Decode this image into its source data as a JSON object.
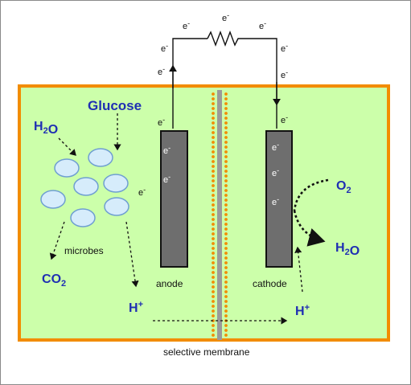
{
  "labels": {
    "glucose": "Glucose",
    "water_left": "H2O",
    "water_right": "H2O",
    "oxygen": "O2",
    "co2": "CO2",
    "microbes": "microbes",
    "anode": "anode",
    "cathode": "cathode",
    "proton_left": "H+",
    "proton_right": "H+",
    "membrane": "selective membrane",
    "electron": "e-"
  },
  "colors": {
    "chamber_fill": "#ccffaa",
    "chamber_border": "#f28c00",
    "electrode_fill": "#6e6e6e",
    "membrane_gray": "#9a9a9a",
    "membrane_dots": "#f28c00",
    "microbe_fill": "#d6ecfb",
    "microbe_stroke": "#6f9fd1",
    "label_blue": "#1f2fb3"
  }
}
